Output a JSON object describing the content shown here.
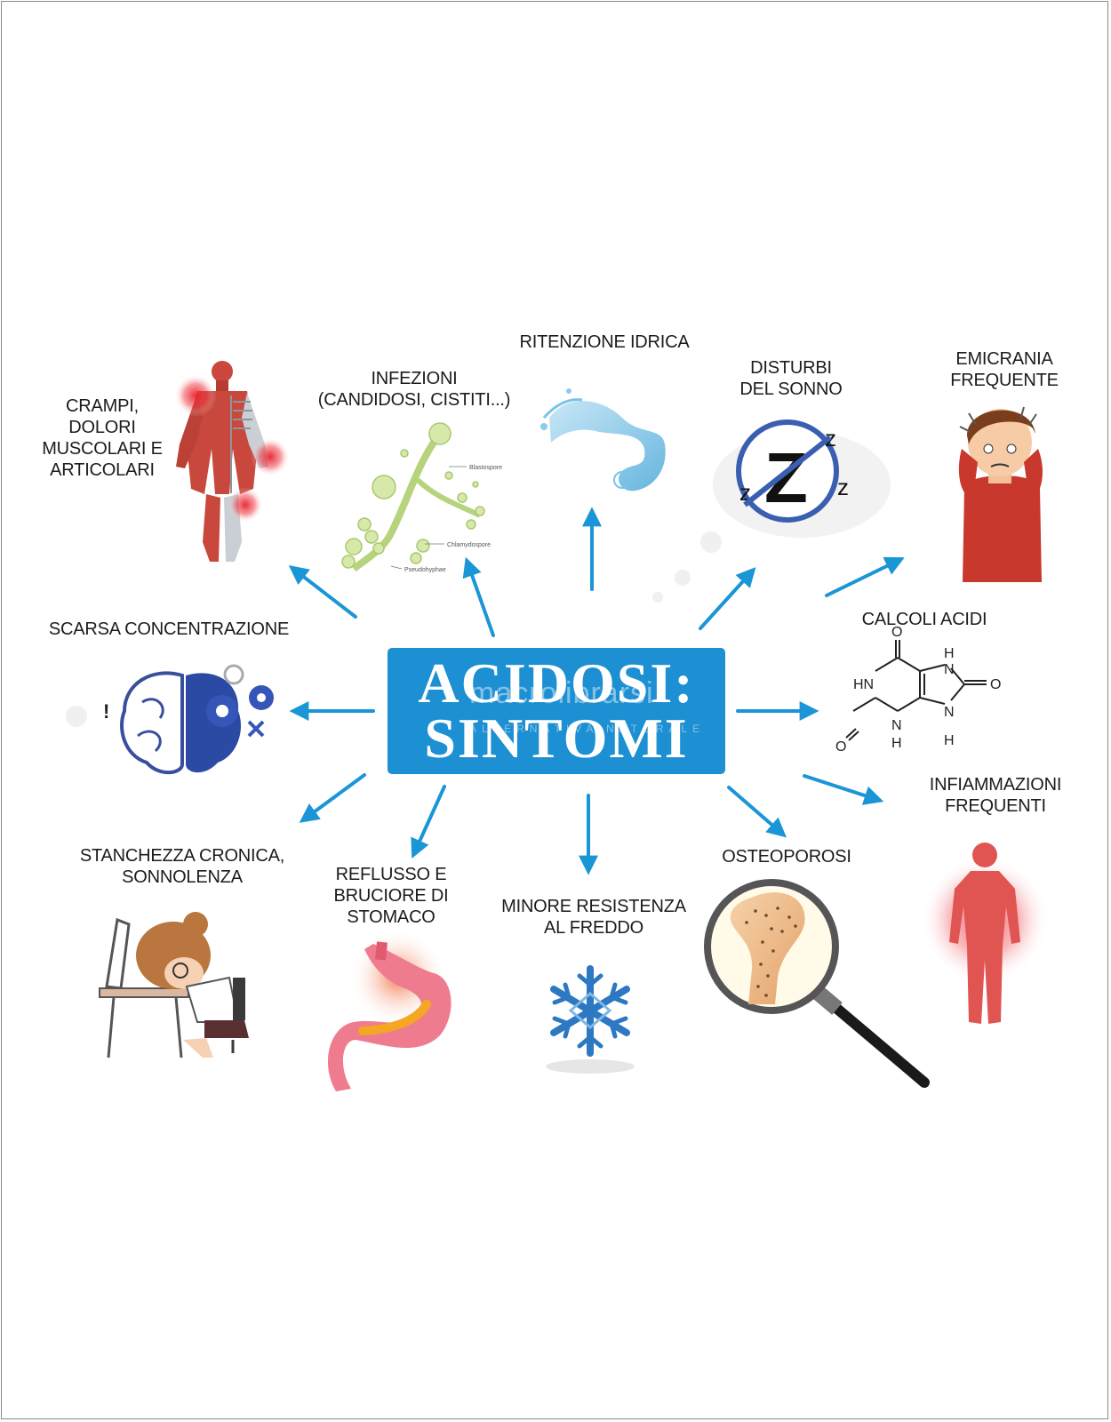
{
  "center": {
    "line1": "ACIDOSI:",
    "line2": "SINTOMI",
    "color": "#1d8fd3"
  },
  "watermark": {
    "brand": "macrolibrarsi",
    "tagline": "ALTERNATIVA NATURALE"
  },
  "arrow_color": "#1a95d6",
  "symptoms": {
    "crampi": "CRAMPI,\nDOLORI\nMUSCOLARI E\nARTICOLARI",
    "infezioni": "INFEZIONI\n(CANDIDOSI, CISTITI...)",
    "ritenzione": "RITENZIONE IDRICA",
    "sonno": "DISTURBI\nDEL SONNO",
    "emicrania": "EMICRANIA\nFREQUENTE",
    "concentrazione": "SCARSA CONCENTRAZIONE",
    "calcoli": "CALCOLI ACIDI",
    "stanchezza": "STANCHEZZA CRONICA,\nSONNOLENZA",
    "reflusso": "REFLUSSO E\nBRUCIORE DI\nSTOMACO",
    "freddo": "MINORE RESISTENZA\nAL FREDDO",
    "osteoporosi": "OSTEOPOROSI",
    "infiammazioni": "INFIAMMAZIONI\nFREQUENTI"
  },
  "illustration_text": {
    "yeast": {
      "blastospore": "Blastospore",
      "chlamydospore": "Chlamydospore",
      "pseudohyphae": "Pseudohyphae"
    },
    "sleep_z_big": "Z",
    "sleep_z_small": "z",
    "molecule": {
      "o": "O",
      "h": "H",
      "n": "N",
      "hn": "HN"
    }
  },
  "icons": {
    "crampi": "muscle-skeleton-icon",
    "infezioni": "yeast-cell-icon",
    "ritenzione": "water-splash-icon",
    "sonno": "no-sleep-icon",
    "emicrania": "headache-person-icon",
    "concentrazione": "brain-gears-icon",
    "calcoli": "uric-acid-molecule-icon",
    "stanchezza": "tired-woman-desk-icon",
    "reflusso": "stomach-icon",
    "freddo": "snowflake-icon",
    "osteoporosi": "bone-magnifier-icon",
    "infiammazioni": "inflamed-body-icon"
  }
}
